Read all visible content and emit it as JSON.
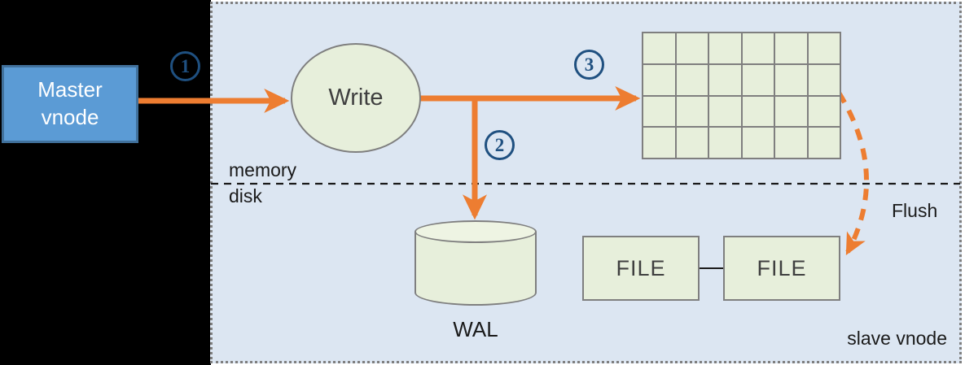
{
  "master": {
    "label": "Master vnode"
  },
  "steps": [
    {
      "number": "1"
    },
    {
      "number": "2"
    },
    {
      "number": "3"
    }
  ],
  "write_node": {
    "label": "Write"
  },
  "divider": {
    "above_label": "memory",
    "below_label": "disk"
  },
  "mem_table": {
    "rows": 4,
    "cols": 6
  },
  "wal": {
    "label": "WAL"
  },
  "files": {
    "file1_label": "FILE",
    "file2_label": "FILE"
  },
  "flush": {
    "label": "Flush"
  },
  "panel": {
    "label": "slave vnode"
  },
  "colors": {
    "arrow_orange": "#ed7d31",
    "panel_bg": "#dce6f2",
    "shape_green": "#e7efdb",
    "shape_border": "#7f7f7f",
    "master_blue": "#5b9bd5",
    "master_border": "#41719c",
    "badge_blue": "#1f5080",
    "background_black": "#000000"
  }
}
